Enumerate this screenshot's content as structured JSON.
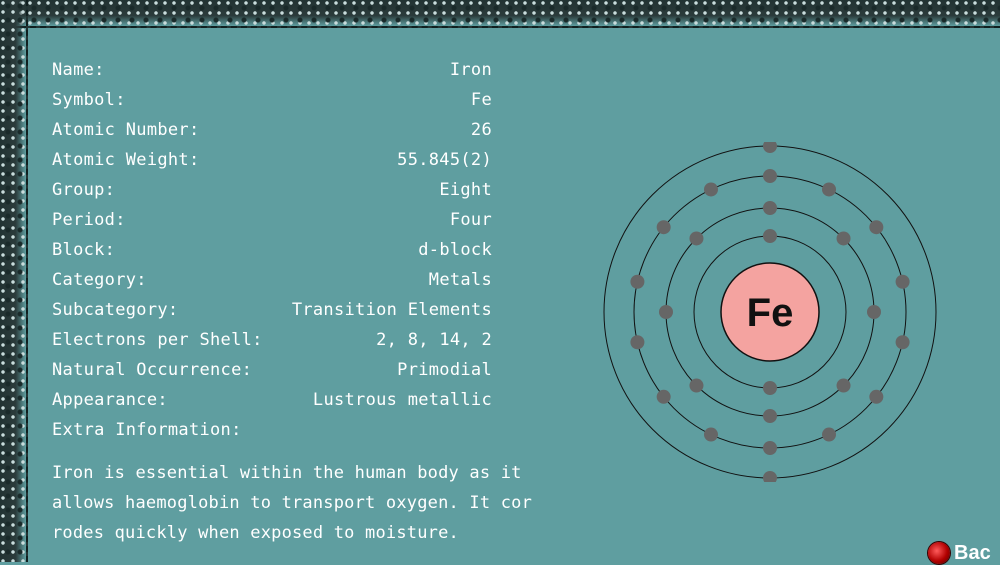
{
  "element": {
    "rows": [
      {
        "label": "Name:",
        "value": "Iron"
      },
      {
        "label": "Symbol:",
        "value": "Fe"
      },
      {
        "label": "Atomic Number:",
        "value": "26"
      },
      {
        "label": "Atomic Weight:",
        "value": "55.845(2)"
      },
      {
        "label": "Group:",
        "value": "Eight"
      },
      {
        "label": "Period:",
        "value": "Four"
      },
      {
        "label": "Block:",
        "value": "d-block"
      },
      {
        "label": "Category:",
        "value": "Metals"
      },
      {
        "label": "Subcategory:",
        "value": "Transition Elements"
      },
      {
        "label": "Electrons per Shell:",
        "value": "2, 8, 14, 2"
      },
      {
        "label": "Natural Occurrence:",
        "value": "Primodial"
      },
      {
        "label": "Appearance:",
        "value": "Lustrous metallic"
      },
      {
        "label": "Extra Information:",
        "value": ""
      }
    ],
    "extra_info": "Iron is essential within the human body as it allows haemoglobin to transport oxygen. It corrodes quickly when exposed to moisture."
  },
  "diagram": {
    "nucleus_symbol": "Fe",
    "shell_electrons": [
      2,
      8,
      14,
      2
    ],
    "colors": {
      "background": "#5f9ea0",
      "nucleus_fill": "#f4a3a0",
      "electron": "#666666",
      "orbit": "#111111"
    }
  },
  "back_button": {
    "label": "Bac",
    "icon": "red-orb-icon"
  }
}
